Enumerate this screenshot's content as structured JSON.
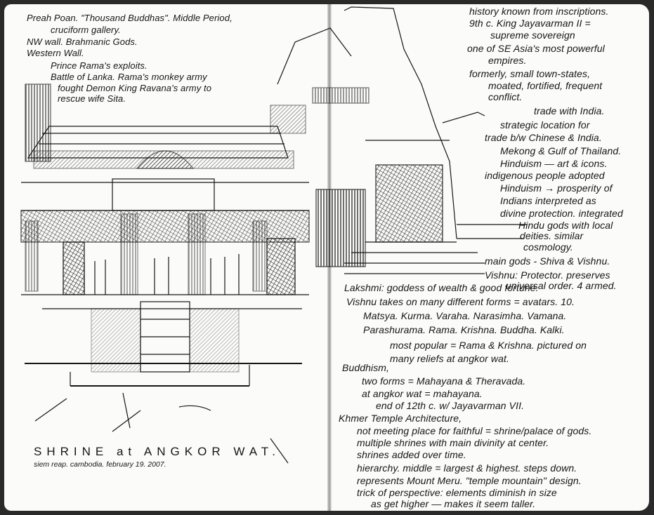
{
  "left_page": {
    "notes": [
      "Preah Poan. \"Thousand Buddhas\". Middle Period,",
      "cruciform gallery.",
      "NW wall. Brahmanic Gods.",
      "Western Wall.",
      "Prince Rama's exploits.",
      "Battle of Lanka. Rama's monkey army",
      "fought Demon King Ravana's army to",
      "rescue wife Sita."
    ],
    "caption": {
      "title": "SHRINE at ANGKOR WAT.",
      "subtitle": "siem reap. cambodia. february 19. 2007."
    }
  },
  "right_page": {
    "notes_top": [
      "history known from inscriptions.",
      "9th c. King Jayavarman II =",
      "supreme sovereign",
      "one of SE Asia's most powerful",
      "empires.",
      "formerly, small town-states,",
      "moated, fortified, frequent",
      "conflict.",
      "trade with India.",
      "strategic location for",
      "trade b/w Chinese & India.",
      "Mekong & Gulf of Thailand.",
      "Hinduism — art & icons.",
      "indigenous people adopted",
      "Hinduism → prosperity of",
      "Indians interpreted as",
      "divine protection. integrated",
      "Hindu gods with local",
      "deities. similar",
      "cosmology.",
      "main gods - Shiva & Vishnu.",
      "Vishnu: Protector. preserves",
      "universal order. 4 armed."
    ],
    "notes_bottom": [
      "Lakshmi: goddess of wealth & good fortune.",
      "Vishnu takes on many different forms = avatars. 10.",
      "Matsya. Kurma. Varaha. Narasimha. Vamana.",
      "Parashurama. Rama. Krishna. Buddha. Kalki.",
      "most popular = Rama & Krishna. pictured on",
      "many reliefs at angkor wat.",
      "Buddhism,",
      "two forms = Mahayana & Theravada.",
      "at angkor wat = mahayana.",
      "end of 12th c. w/ Jayavarman VII.",
      "Khmer Temple Architecture,",
      "not meeting place for faithful = shrine/palace of gods.",
      "multiple shrines with main divinity at center.",
      "shrines added over time.",
      "hierarchy. middle = largest & highest. steps down.",
      "represents Mount Meru. \"temple mountain\" design.",
      "trick of perspective: elements diminish in size",
      "as get higher — makes it seem taller."
    ]
  },
  "colors": {
    "ink": "#161616",
    "paper": "#fbfbfa",
    "background": "#2a2a2a"
  }
}
